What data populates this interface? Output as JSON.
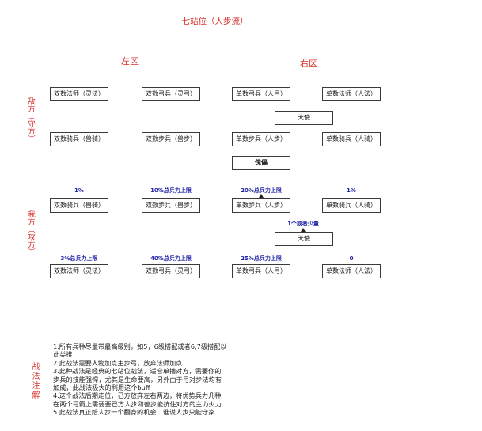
{
  "title": "七站位（人步流）",
  "zones": {
    "left": "左区",
    "right": "右区"
  },
  "side_labels": {
    "enemy": "敌方（守方）",
    "ours": "我方（攻方）",
    "notes": "战法注解"
  },
  "enemy": {
    "row1": [
      "双数法师（灵法）",
      "双数弓兵（灵弓）",
      "单数弓兵（人弓）",
      "单数法师（人法）"
    ],
    "angel": "天使",
    "row2": [
      "双数骑兵（兽骑）",
      "双数步兵（兽步）",
      "单数步兵（人步）",
      "单数骑兵（人骑）"
    ],
    "puppet": "傀儡"
  },
  "ours": {
    "row1_limits": [
      "1%",
      "10%总兵力上限",
      "20%总兵力上限",
      "1%"
    ],
    "row1": [
      "双数骑兵（兽骑）",
      "双数步兵（兽步）",
      "单数步兵（人步）",
      "单数骑兵（人骑）"
    ],
    "angel_limit": "1个或者少量",
    "angel": "天使",
    "row2_limits": [
      "3%总兵力上限",
      "40%总兵力上限",
      "25%总兵力上限",
      "0"
    ],
    "row2": [
      "双数法师（灵法）",
      "双数弓兵（灵弓）",
      "单数弓兵（人弓）",
      "单数法师（人法）"
    ]
  },
  "notes": {
    "items": [
      {
        "lines": [
          "1.所有兵种尽量带最高级别，如5，6级搭配或者6,7级搭配以",
          "此类推"
        ]
      },
      {
        "lines": [
          "2.此战法需要人物加点主步弓，放弃法师加点"
        ]
      },
      {
        "lines": [
          "3.此种战法是经典的七站位战法，适合单撸对方，需要你的",
          "步兵的技能强悍，尤其是生命要高，另外由于弓对步法均有",
          "加成，此战法极大的利用这个buff"
        ]
      },
      {
        "lines": [
          "4.这个战法后期走位，己方放弃左右两边，将优势兵力几种",
          "在两个弓箭上需要要己方人步和兽步能抗住对方的主力火力"
        ]
      },
      {
        "lines": [
          "5.此战法真正给人步一个翻身的机会，谁说人步只能守家"
        ]
      }
    ]
  },
  "colors": {
    "heading_red": "#d9302a",
    "limit_blue": "#1f23a8",
    "box_border": "#3a3a3a"
  }
}
